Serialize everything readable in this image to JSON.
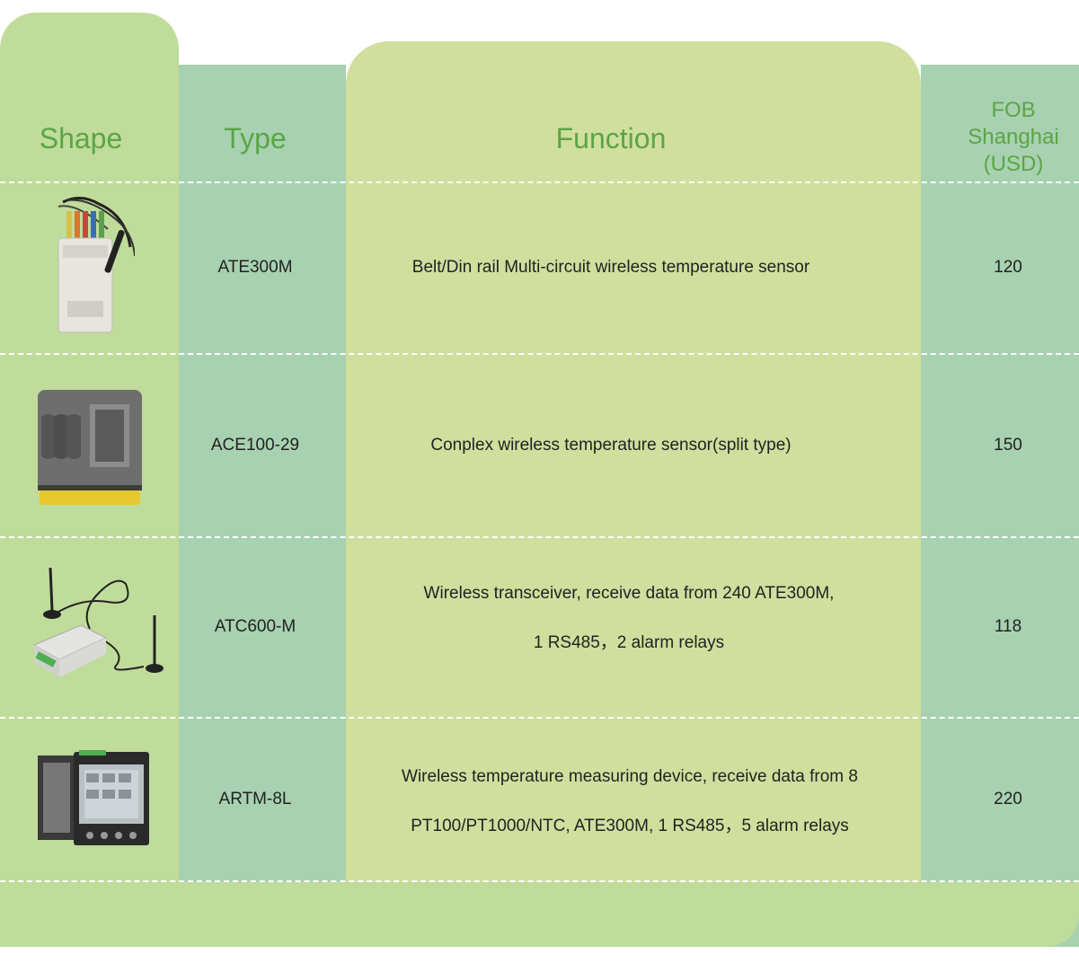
{
  "header": {
    "shape": "Shape",
    "type": "Type",
    "function": "Function",
    "fob_line1": "FOB",
    "fob_line2": "Shanghai",
    "fob_line3": "(USD)"
  },
  "rows": [
    {
      "type": "ATE300M",
      "function_lines": [
        "Belt/Din rail Multi-circuit wireless temperature sensor"
      ],
      "price": "120",
      "image": "multi-circuit-sensor-with-antenna"
    },
    {
      "type": "ACE100-29",
      "function_lines": [
        "Conplex wireless temperature sensor(split type)"
      ],
      "price": "150",
      "image": "split-core-sensor"
    },
    {
      "type": "ATC600-M",
      "function_lines": [
        "Wireless transceiver, receive data from 240 ATE300M,",
        "1 RS485，2 alarm relays"
      ],
      "price": "118",
      "image": "transceiver-with-antennas"
    },
    {
      "type": "ARTM-8L",
      "function_lines": [
        "Wireless temperature measuring device, receive data from 8",
        "PT100/PT1000/NTC, ATE300M, 1 RS485，5 alarm relays"
      ],
      "price": "220",
      "image": "panel-meter-device"
    }
  ],
  "colors": {
    "shape_band": "#c0dc9a",
    "type_band": "#a7d1b0",
    "function_band": "#d0df9e",
    "header_text": "#5ba546"
  }
}
